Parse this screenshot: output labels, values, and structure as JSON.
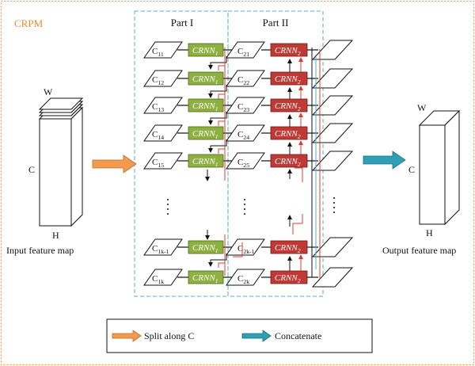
{
  "title": "CRPM",
  "parts": {
    "part1": "Part I",
    "part2": "Part II"
  },
  "input_label": "Input feature map",
  "output_label": "Output feature map",
  "dims_input": {
    "w": "W",
    "c": "C",
    "h": "H"
  },
  "dims_output": {
    "w": "W",
    "c": "C",
    "h": "H"
  },
  "rows": [
    {
      "c_left": "C",
      "c_left_sub": "11",
      "crnn1": "CRNN",
      "crnn1_sub": "1",
      "c_right": "C",
      "c_right_sub": "21",
      "crnn2": "CRNN",
      "crnn2_sub": "2"
    },
    {
      "c_left": "C",
      "c_left_sub": "12",
      "crnn1": "CRNN",
      "crnn1_sub": "1",
      "c_right": "C",
      "c_right_sub": "22",
      "crnn2": "CRNN",
      "crnn2_sub": "2"
    },
    {
      "c_left": "C",
      "c_left_sub": "13",
      "crnn1": "CRNN",
      "crnn1_sub": "1",
      "c_right": "C",
      "c_right_sub": "23",
      "crnn2": "CRNN",
      "crnn2_sub": "2"
    },
    {
      "c_left": "C",
      "c_left_sub": "14",
      "crnn1": "CRNN",
      "crnn1_sub": "1",
      "c_right": "C",
      "c_right_sub": "24",
      "crnn2": "CRNN",
      "crnn2_sub": "2"
    },
    {
      "c_left": "C",
      "c_left_sub": "15",
      "crnn1": "CRNN",
      "crnn1_sub": "1",
      "c_right": "C",
      "c_right_sub": "25",
      "crnn2": "CRNN",
      "crnn2_sub": "2"
    },
    {
      "c_left": "C",
      "c_left_sub": "1k-1",
      "crnn1": "CRNN",
      "crnn1_sub": "1",
      "c_right": "C",
      "c_right_sub": "2k-1",
      "crnn2": "CRNN",
      "crnn2_sub": "2"
    },
    {
      "c_left": "C",
      "c_left_sub": "1k",
      "crnn1": "CRNN",
      "crnn1_sub": "1",
      "c_right": "C",
      "c_right_sub": "2k",
      "crnn2": "CRNN",
      "crnn2_sub": "2"
    }
  ],
  "legend": {
    "split": "Split along C",
    "concat": "Concatenate"
  },
  "colors": {
    "frame": "#e8a060",
    "title": "#f08a30",
    "dashed": "#5aaed0",
    "green": "#8db040",
    "red": "#c03a35",
    "orange_arrow": "#f39a4e",
    "teal_arrow": "#2f9fb5",
    "red_line": "#e03a30"
  }
}
